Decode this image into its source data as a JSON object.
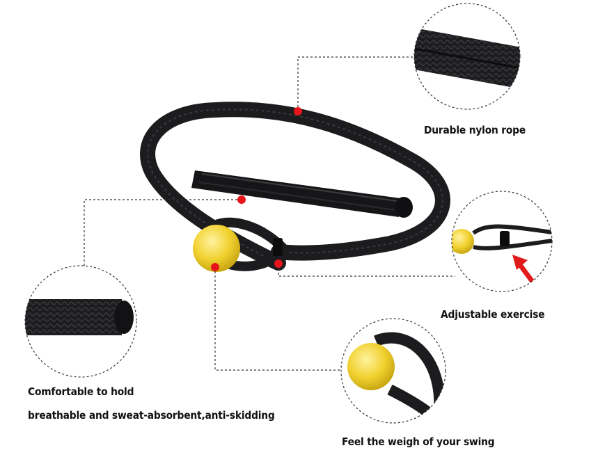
{
  "features": [
    {
      "id": "rope",
      "label": "Durable nylon rope"
    },
    {
      "id": "adjust",
      "label": "Adjustable exercise"
    },
    {
      "id": "handle",
      "label": "Comfortable to hold"
    },
    {
      "id": "handle_sub",
      "label": "breathable and sweat-absorbent,anti-skidding"
    },
    {
      "id": "ball",
      "label": "Feel the weigh of your swing"
    }
  ],
  "colors": {
    "rope": "#1c1c1e",
    "ball": "#f1d12f",
    "marker": "#e8141b",
    "arrow": "#e11b1b",
    "dash": "#333333"
  }
}
